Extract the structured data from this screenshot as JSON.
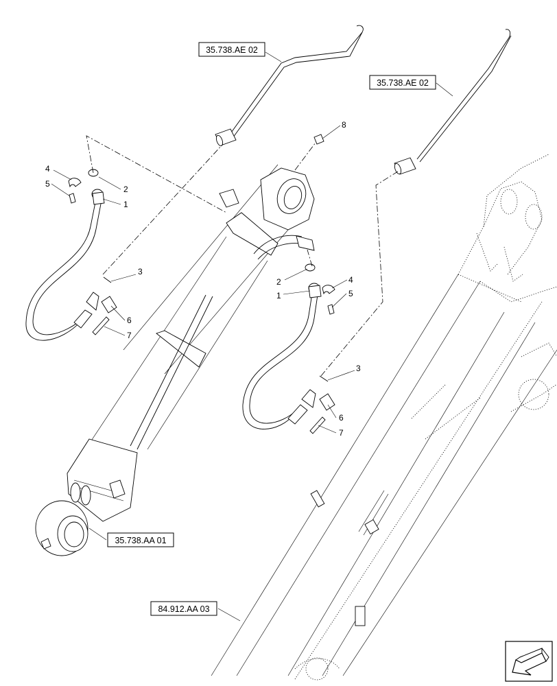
{
  "references": {
    "pipe_upper_left": "35.738.AE 02",
    "pipe_upper_right": "35.738.AE 02",
    "cylinder": "35.738.AA 01",
    "boom": "84.912.AA 03"
  },
  "callouts": {
    "left": {
      "hose": "1",
      "oring": "2",
      "seal": "3",
      "clamp": "4",
      "screw": "5",
      "flange": "6",
      "bolt": "7"
    },
    "right": {
      "hose": "1",
      "oring": "2",
      "seal": "3",
      "clamp": "4",
      "screw": "5",
      "flange": "6",
      "bolt": "7",
      "plug": "8"
    }
  },
  "icons": {
    "orientation": "arrow-icon"
  }
}
